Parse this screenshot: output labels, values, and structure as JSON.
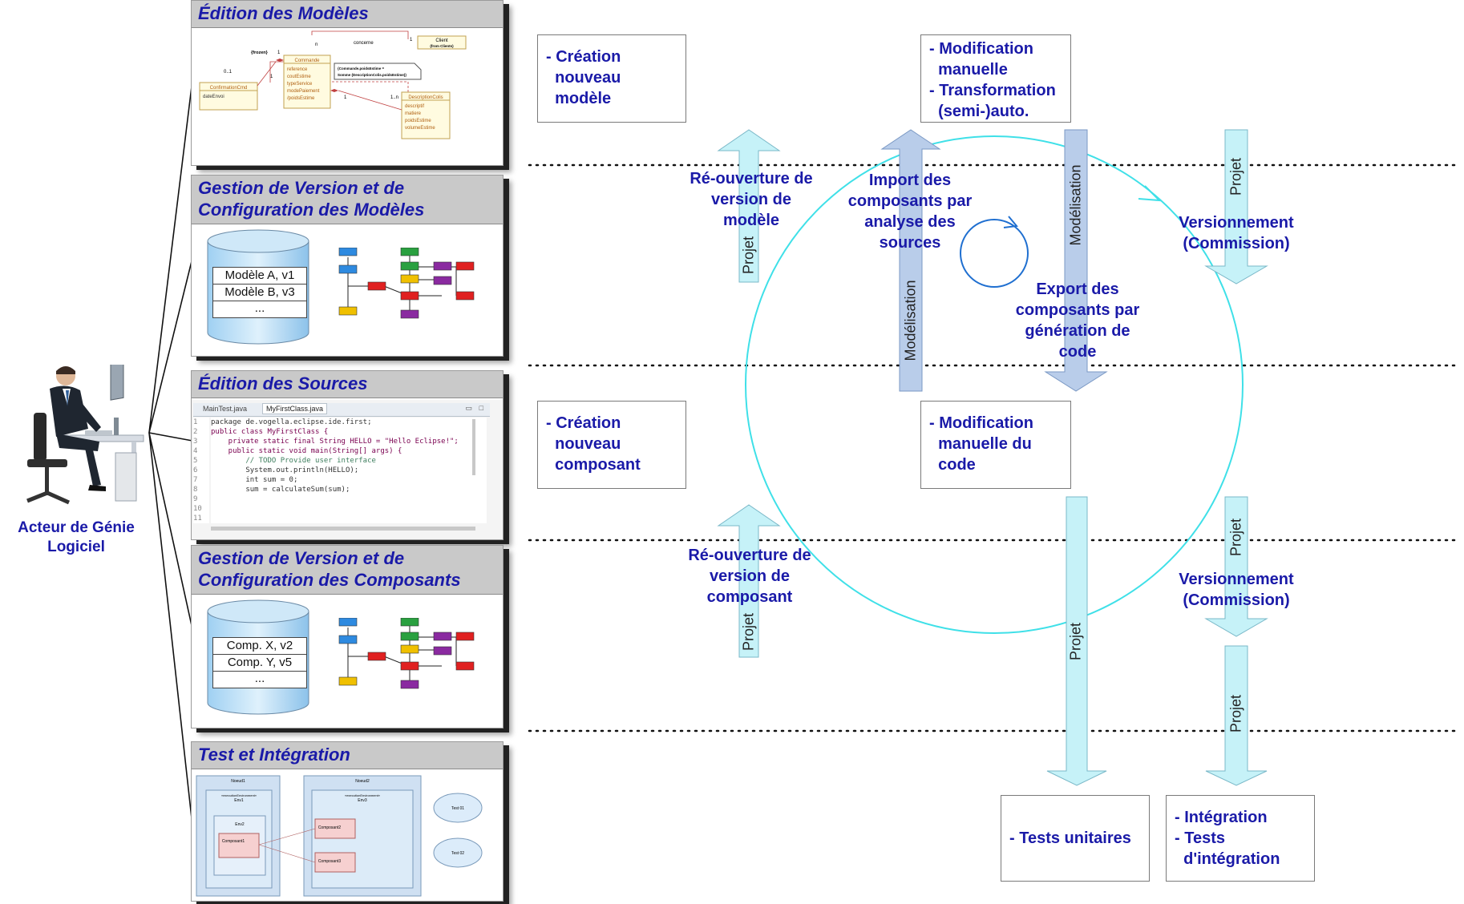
{
  "actor": {
    "label_line1": "Acteur de Génie",
    "label_line2": "Logiciel"
  },
  "panels": {
    "models": {
      "title": "Édition des Modèles"
    },
    "model_versioning": {
      "title_line1": "Gestion de Version et de",
      "title_line2": "Configuration des Modèles",
      "items": [
        "Modèle A, v1",
        "Modèle B, v3",
        "..."
      ]
    },
    "sources": {
      "title": "Édition des Sources",
      "tabs": [
        "MainTest.java",
        "MyFirstClass.java"
      ],
      "code": [
        "package de.vogella.eclipse.ide.first;",
        "",
        "public class MyFirstClass {",
        "",
        "    private static final String HELLO = \"Hello Eclipse!\";",
        "",
        "    public static void main(String[] args) {",
        "        // TODO Provide user interface",
        "        System.out.println(HELLO);",
        "        int sum = 0;",
        "        sum = calculateSum(sum);"
      ],
      "line_numbers": [
        "1",
        "2",
        "3",
        "4",
        "5",
        "6",
        "7",
        "8",
        "9",
        "10",
        "11"
      ]
    },
    "component_versioning": {
      "title_line1": "Gestion de Version et de",
      "title_line2": "Configuration des Composants",
      "items": [
        "Comp. X, v2",
        "Comp. Y, v5",
        "..."
      ]
    },
    "test": {
      "title": "Test et Intégration",
      "nodes": [
        "Noeud1",
        "Noeud2"
      ],
      "envs": [
        "Env1",
        "Env2",
        "Env3"
      ],
      "env_stereo": "«executionEnvironment»",
      "components": [
        "Composant1",
        "Composant2",
        "Composant3"
      ],
      "tests": [
        "Test 01",
        "Test 02"
      ]
    }
  },
  "uml": {
    "client": "Client",
    "client_sub": "(from Clients)",
    "commande": "Commande",
    "commande_attrs": [
      "reference",
      "coutEstime",
      "typeService",
      "modePaiement",
      "/poidsEstime"
    ],
    "confirmation": "ConfirmationCmd",
    "confirmation_attrs": [
      "dateEnvoi"
    ],
    "description": "DescriptionColis",
    "description_attrs": [
      "descriptif",
      "matiere",
      "poidsEstime",
      "volumeEstime"
    ],
    "assoc_concerne": "concerne",
    "frozen": "{frozen}",
    "note_line1": "{Commande.poidsEstime =",
    "note_line2": "Somme (DescriptionColis.poidsEstime)}",
    "mult": {
      "n": "n",
      "one_a": "1",
      "one_b": "1",
      "zero_one": "0..1",
      "one_c": "1",
      "one_d": "1",
      "one_n": "1..n"
    }
  },
  "boxes": {
    "creation_model": "- Création\n  nouveau\n  modèle",
    "modification": "- Modification\n  manuelle\n- Transformation\n  (semi-)auto.",
    "creation_component": "- Création\n  nouveau\n  composant",
    "modification_code": "- Modification\n  manuelle du\n  code",
    "unit_tests": "- Tests unitaires",
    "integration": "- Intégration\n- Tests\n  d'intégration"
  },
  "labels": {
    "reopen_model": "Ré-ouverture de\nversion de\nmodèle",
    "import": "Import des\ncomposants par\nanalyse des\nsources",
    "versioning_1": "Versionnement\n(Commission)",
    "export": "Export des\ncomposants par\ngénération de\ncode",
    "reopen_component": "Ré-ouverture de\nversion de\ncomposant",
    "versioning_2": "Versionnement\n(Commission)"
  },
  "arrow_labels": {
    "projet": "Projet",
    "modelisation": "Modélisation"
  },
  "colors": {
    "title_blue": "#1a1aa8",
    "arrow_cyan": "#c6f2f8",
    "arrow_blue": "#b9cdea",
    "circle": "#3fe0e8",
    "panel_header": "#c9c9c9"
  }
}
